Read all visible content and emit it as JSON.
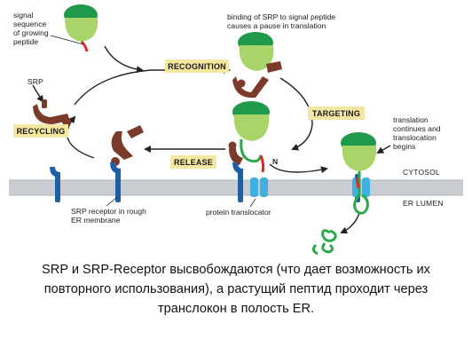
{
  "labels": {
    "signal_sequence": [
      "signal",
      "sequence",
      "of growing",
      "peptide"
    ],
    "binding": [
      "binding of SRP to signal peptide",
      "causes a pause in translation"
    ],
    "srp": "SRP",
    "translation_continues": [
      "translation",
      "continues and",
      "translocation",
      "begins"
    ],
    "srp_receptor": [
      "SRP receptor in rough",
      "ER membrane"
    ],
    "protein_translocator": "protein translocator",
    "n_terminus": "N",
    "cytosol": "CYTOSOL",
    "er_lumen": "ER LUMEN"
  },
  "steps": {
    "recognition": "RECOGNITION",
    "targeting": "TARGETING",
    "release": "RELEASE",
    "recycling": "RECYCLING"
  },
  "caption": [
    "SRP и SRP-Receptor высвобождаются (что дает возможность их",
    "повторного использования), а растущий пептид проходит через",
    "транслокон в полость ER."
  ],
  "colors": {
    "ribosome_large": "#1e9a4a",
    "ribosome_small": "#a9d46a",
    "srp": "#7b3a2a",
    "receptor": "#1f5fa8",
    "translocator": "#3fb0e0",
    "membrane": "#c9ccd0",
    "signal": "#e0262b",
    "peptide": "#2aa84a",
    "step_box": "#f3e7a2"
  }
}
